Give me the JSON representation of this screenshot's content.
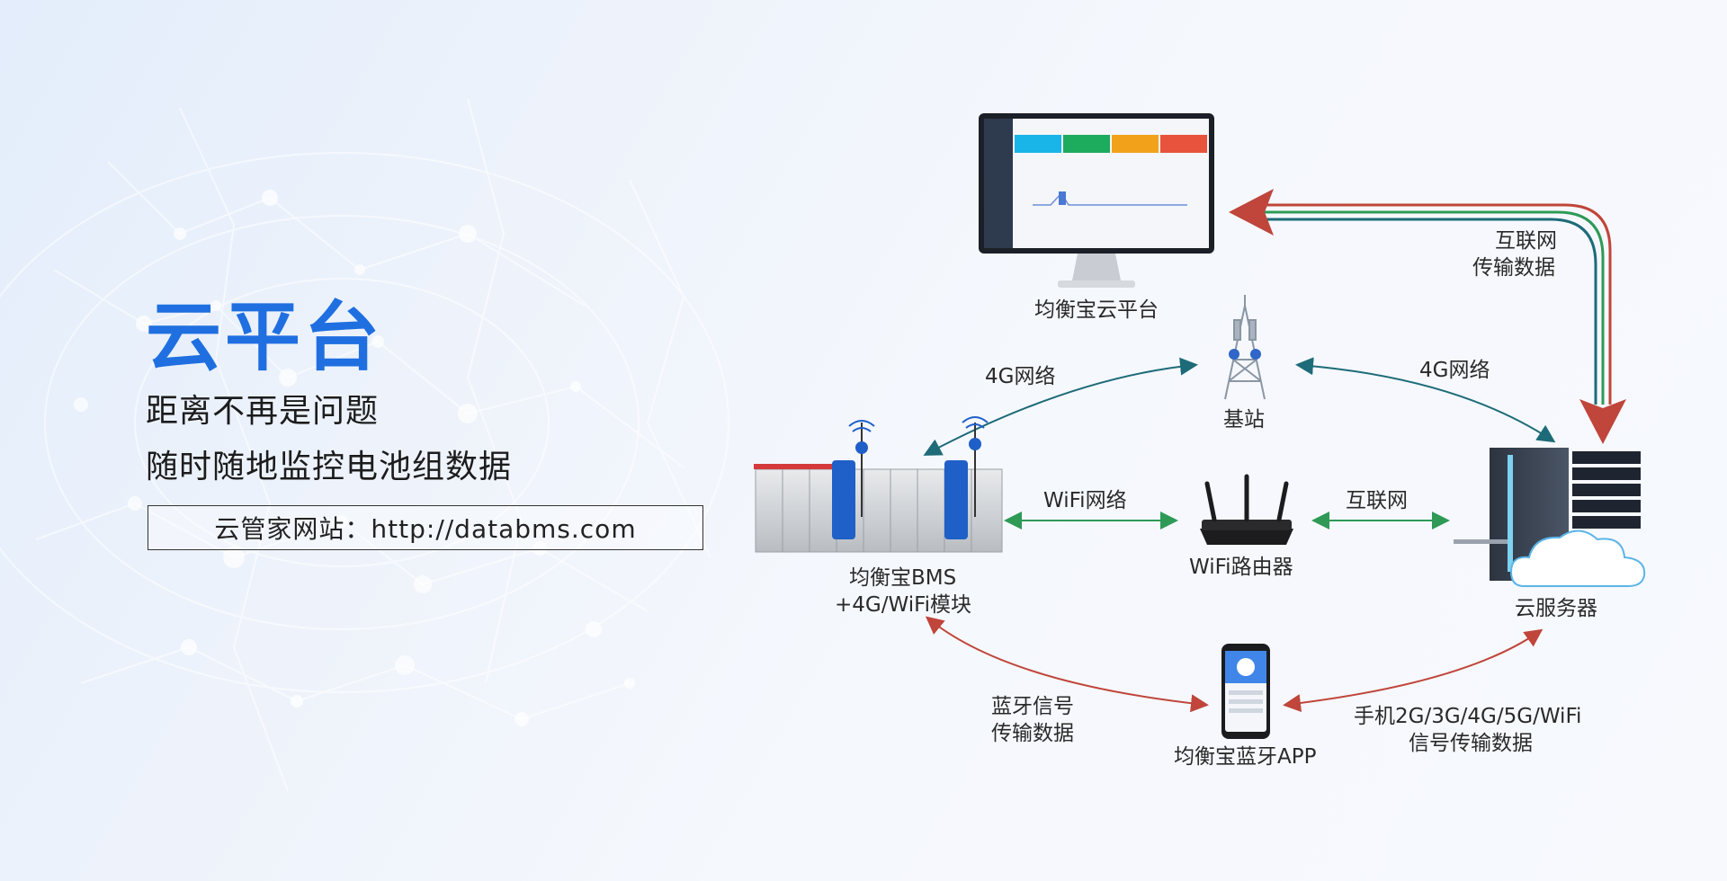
{
  "hero": {
    "title": "云平台",
    "line1": "距离不再是问题",
    "line2": "随时随地监控电池组数据",
    "website": "云管家网站：http://databms.com"
  },
  "nodes": {
    "platform": "均衡宝云平台",
    "base_station": "基站",
    "bms_line1": "均衡宝BMS",
    "bms_line2": "+4G/WiFi模块",
    "router": "WiFi路由器",
    "cloud_server": "云服务器",
    "app": "均衡宝蓝牙APP"
  },
  "links": {
    "internet_transfer_line1": "互联网",
    "internet_transfer_line2": "传输数据",
    "net4g_left": "4G网络",
    "net4g_right": "4G网络",
    "wifi_network": "WiFi网络",
    "internet": "互联网",
    "bluetooth_line1": "蓝牙信号",
    "bluetooth_line2": "传输数据",
    "mobile_line1": "手机2G/3G/4G/5G/WiFi",
    "mobile_line2": "信号传输数据"
  },
  "colors": {
    "accent": "#1f6fe0",
    "link_teal": "#1d6b78",
    "link_green": "#2e9a56",
    "link_red": "#c0453a",
    "module_blue": "#1f5fc8"
  },
  "icons": {
    "platform": "monitor-icon",
    "base_station": "cell-tower-icon",
    "bms": "battery-bank-icon",
    "router": "wifi-router-icon",
    "cloud_server": "server-rack-cloud-icon",
    "app": "smartphone-icon"
  }
}
